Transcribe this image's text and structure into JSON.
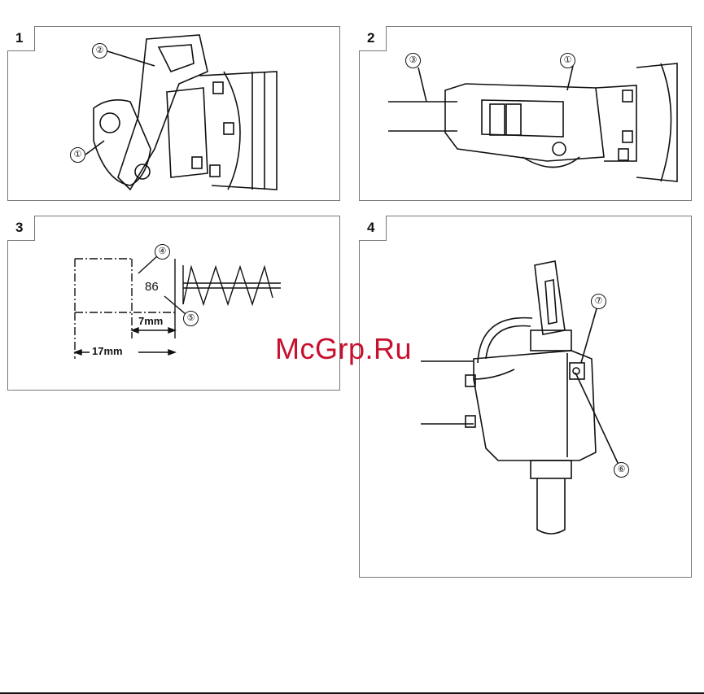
{
  "panels": [
    {
      "number": "1",
      "callouts": [
        "②",
        "①"
      ]
    },
    {
      "number": "2",
      "callouts": [
        "③",
        "①"
      ]
    },
    {
      "number": "3",
      "callouts": [
        "④",
        "⑤"
      ],
      "value": "86",
      "dim_short": "7mm",
      "dim_long": "17mm"
    },
    {
      "number": "4",
      "callouts": [
        "⑦",
        "⑥"
      ]
    }
  ],
  "watermark": "McGrp.Ru"
}
